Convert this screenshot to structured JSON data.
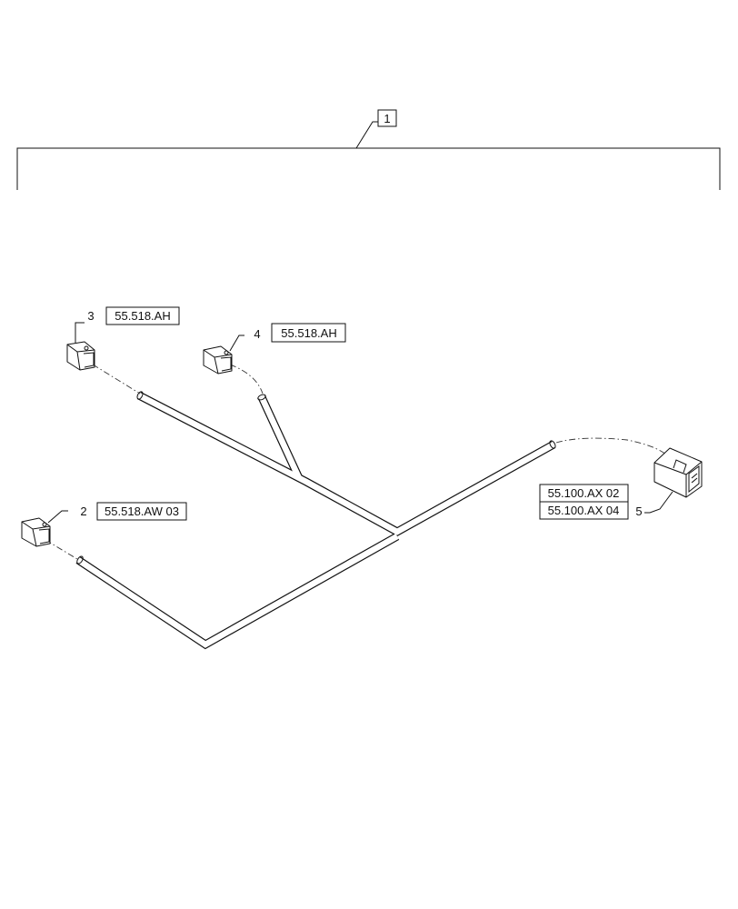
{
  "assembly": {
    "item": "1"
  },
  "callouts": [
    {
      "item": "2",
      "refs": [
        "55.518.AW 03"
      ],
      "part": "connector-2"
    },
    {
      "item": "3",
      "refs": [
        "55.518.AH"
      ],
      "part": "connector-3"
    },
    {
      "item": "4",
      "refs": [
        "55.518.AH"
      ],
      "part": "connector-4"
    },
    {
      "item": "5",
      "refs": [
        "55.100.AX 02",
        "55.100.AX 04"
      ],
      "part": "connector-5"
    }
  ]
}
